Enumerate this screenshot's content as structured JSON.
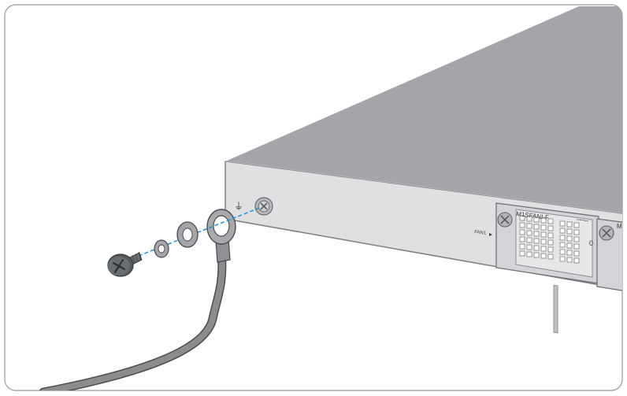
{
  "device": {
    "module_left_model": "M1SFANI-F",
    "module_left_fan_label": "FAN1",
    "module_left_led_label": "ꟷꟷꟷ",
    "module_left_status": "0",
    "module_right_model_partial": "M"
  },
  "grounding": {
    "ground_symbol": "⏚"
  }
}
